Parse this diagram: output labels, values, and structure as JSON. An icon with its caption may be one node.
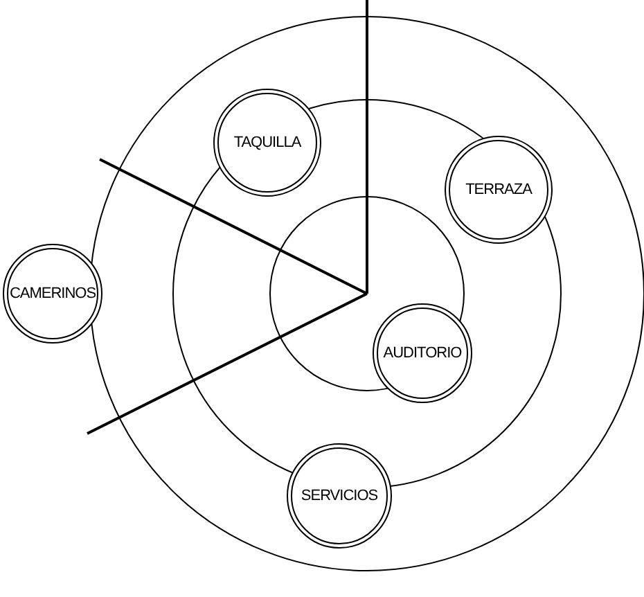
{
  "diagram": {
    "nodes": [
      {
        "text": [
          "TAQUILLA"
        ]
      },
      {
        "text": [
          "TERRAZA"
        ]
      },
      {
        "text": [
          "CAMERINOS"
        ]
      },
      {
        "text": [
          "AUDITORIO"
        ]
      },
      {
        "text": [
          "SERVICIOS"
        ]
      }
    ]
  }
}
